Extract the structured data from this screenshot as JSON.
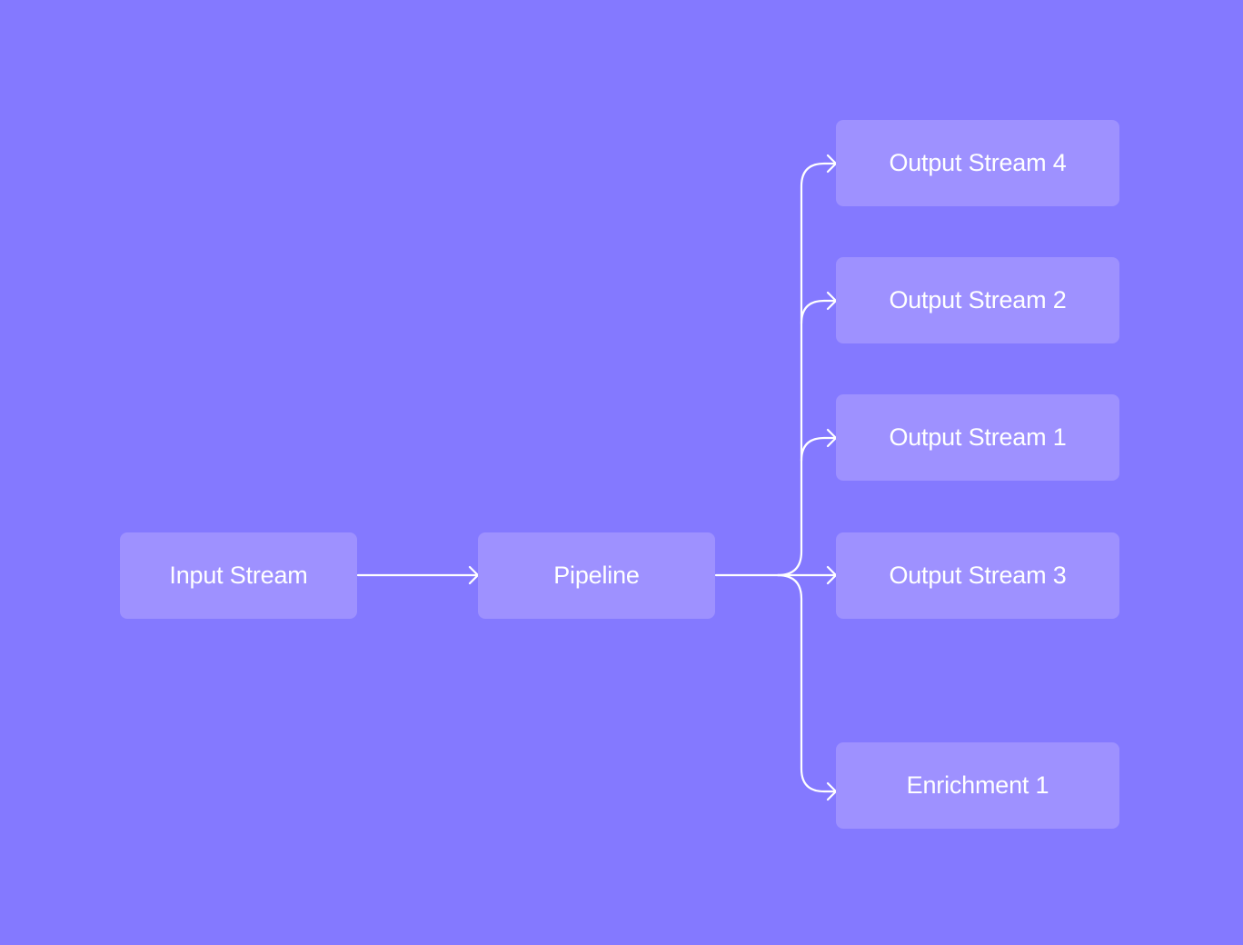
{
  "colors": {
    "background": "#8479ff",
    "node_fill": "#9e91ff",
    "text": "#ffffff",
    "connector": "#ffffff"
  },
  "nodes": {
    "input_stream": "Input Stream",
    "pipeline": "Pipeline",
    "output_stream_4": "Output Stream 4",
    "output_stream_2": "Output Stream 2",
    "output_stream_1": "Output Stream 1",
    "output_stream_3": "Output Stream 3",
    "enrichment_1": "Enrichment 1"
  },
  "edges": [
    {
      "from": "Input Stream",
      "to": "Pipeline"
    },
    {
      "from": "Pipeline",
      "to": "Output Stream 4"
    },
    {
      "from": "Pipeline",
      "to": "Output Stream 2"
    },
    {
      "from": "Pipeline",
      "to": "Output Stream 1"
    },
    {
      "from": "Pipeline",
      "to": "Output Stream 3"
    },
    {
      "from": "Pipeline",
      "to": "Enrichment 1"
    }
  ]
}
